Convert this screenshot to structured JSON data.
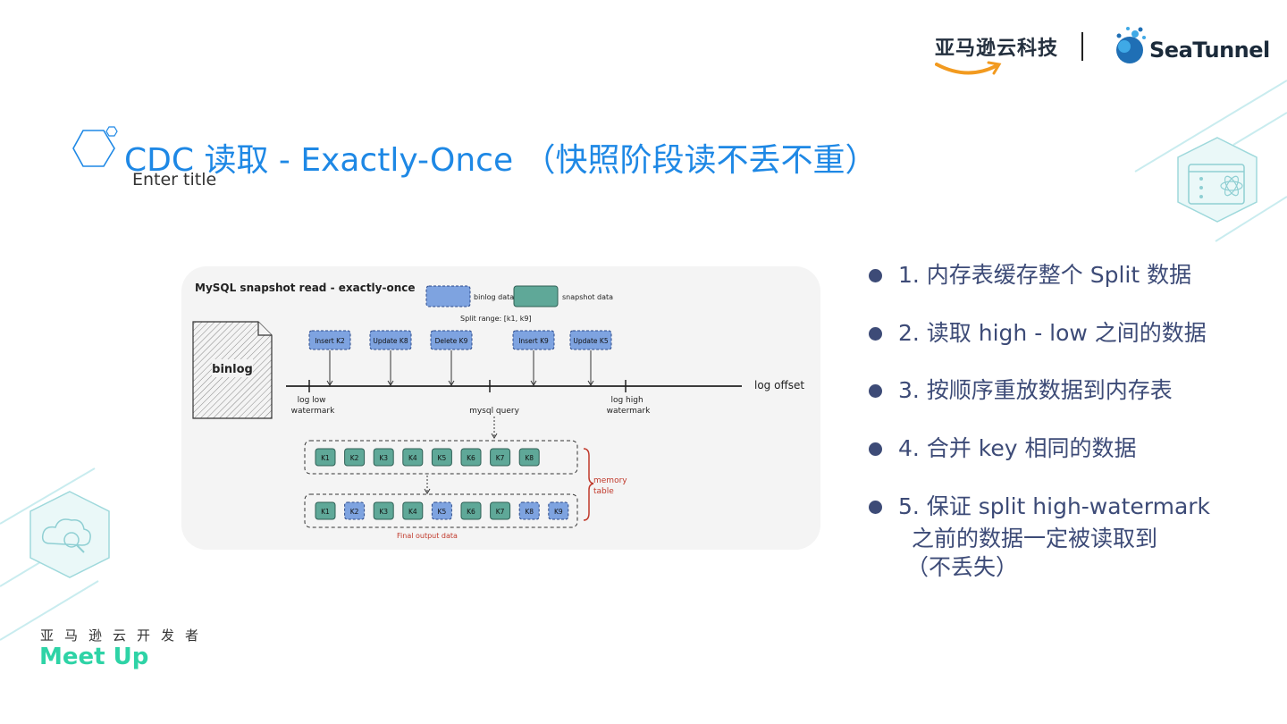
{
  "header": {
    "aws_brand": "亚马逊云科技",
    "seatunnel_brand": "SeaTunnel"
  },
  "title": {
    "main": "CDC 读取 - Exactly-Once （快照阶段读不丢不重）",
    "subtitle": "Enter title"
  },
  "diagram": {
    "heading": "MySQL snapshot read - exactly-once",
    "legend_binlog": "binlog data",
    "legend_snapshot": "snapshot data",
    "split_range": "Split range: [k1, k9]",
    "binlog_label": "binlog",
    "events": [
      "Insert K2",
      "Update K8",
      "Delete K9",
      "Insert K9",
      "Update K5"
    ],
    "log_offset": "log offset",
    "low_watermark": "log low watermark",
    "low_watermark_line1": "log low",
    "low_watermark_line2": "watermark",
    "mysql_query": "mysql query",
    "high_watermark_line1": "log high",
    "high_watermark_line2": "watermark",
    "row1_keys": [
      "K1",
      "K2",
      "K3",
      "K4",
      "K5",
      "K6",
      "K7",
      "K8"
    ],
    "row2_keys": [
      "K1",
      "K2",
      "K3",
      "K4",
      "K5",
      "K6",
      "K7",
      "K8",
      "K9"
    ],
    "row2_binlog_keys": [
      "K2",
      "K5",
      "K8",
      "K9"
    ],
    "memory_table_line1": "memory",
    "memory_table_line2": "table",
    "final_output": "Final output data",
    "colors": {
      "binlog": "#7ea3e0",
      "snapshot": "#5fa898",
      "accent_red": "#c0392b"
    }
  },
  "bullets": [
    {
      "text": "1.  内存表缓存整个 Split 数据"
    },
    {
      "text": "2.  读取 high - low 之间的数据"
    },
    {
      "text": "3.  按顺序重放数据到内存表"
    },
    {
      "text": "4.  合并 key 相同的数据"
    },
    {
      "text": "5.  保证 split high-watermark",
      "cont1": "之前的数据一定被读取到",
      "cont2": "（不丢失）"
    }
  ],
  "footer": {
    "org": "亚马逊云开发者",
    "event": "Meet Up"
  }
}
